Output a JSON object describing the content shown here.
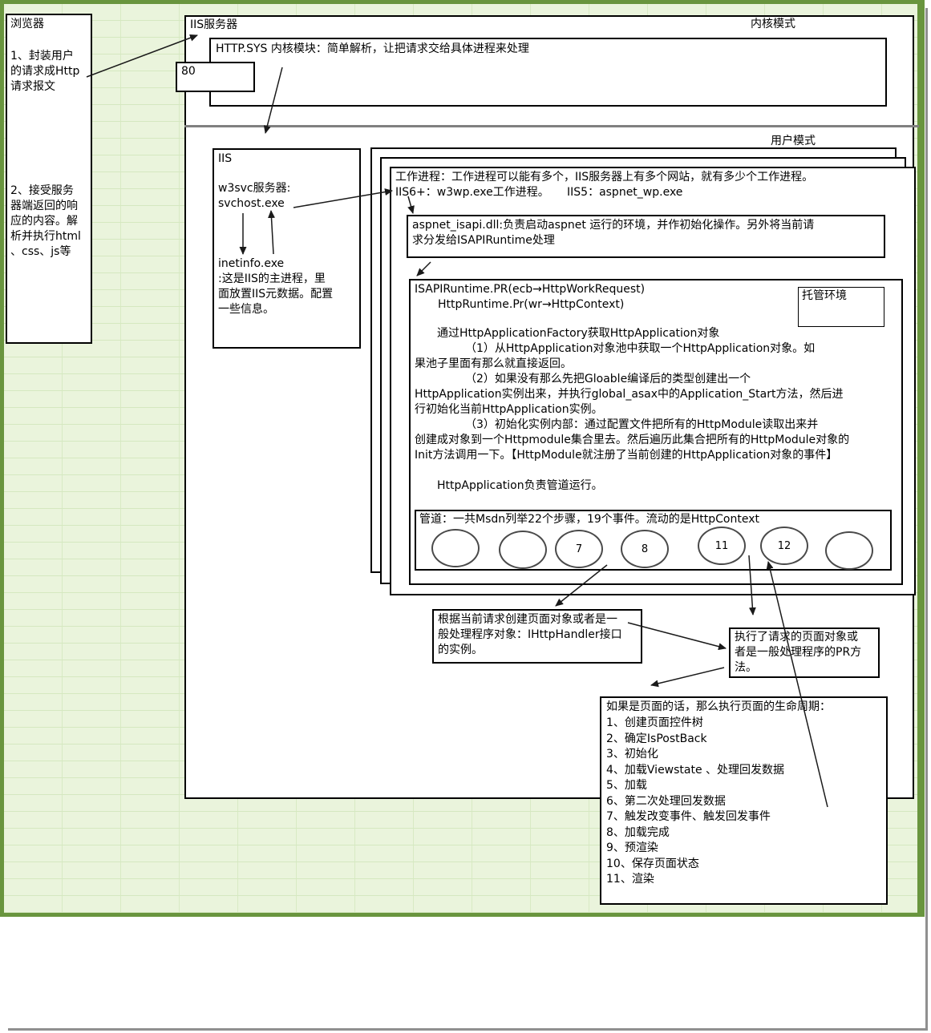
{
  "colors": {
    "sheet_bg": "#eaf4dc",
    "grid_line": "#d5e8c0",
    "frame_green": "#69953e",
    "divider_gray": "#808080",
    "shadow_gray": "#8f8f8f",
    "box_border": "#000000"
  },
  "browser": {
    "title": "浏览器",
    "note1": "1、封装用户\n的请求成Http\n请求报文",
    "note2": "2、接受服务\n器端返回的响\n应的内容。解\n析并执行html\n、css、js等"
  },
  "port": {
    "label": "80"
  },
  "server": {
    "title": "IIS服务器",
    "kernel_mode": "内核模式",
    "user_mode": "用户模式",
    "httpsys": "HTTP.SYS 内核模块：简单解析，让把请求交给具体进程来处理"
  },
  "iis": {
    "title": "IIS",
    "w3svc": "w3svc服务器:",
    "svchost": "svchost.exe",
    "inetinfo": "inetinfo.exe",
    "inetinfo_desc": ":这是IIS的主进程，里\n面放置IIS元数据。配置\n一些信息。"
  },
  "worker": {
    "line1": "工作进程：工作进程可以能有多个，IIS服务器上有多个网站，就有多少个工作进程。",
    "line2": "IIS6+：w3wp.exe工作进程。     IIS5：aspnet_wp.exe"
  },
  "isapi": {
    "text": "aspnet_isapi.dll:负责启动aspnet 运行的环境，并作初始化操作。另外将当前请\n求分发给ISAPIRuntime处理"
  },
  "runtime": {
    "line1": "ISAPIRuntime.PR(ecb→HttpWorkRequest)",
    "line2": "HttpRuntime.Pr(wr→HttpContext)",
    "para": "　　通过HttpApplicationFactory获取HttpApplication对象\n　　　　　（1）从HttpApplication对象池中获取一个HttpApplication对象。如\n果池子里面有那么就直接返回。\n　　　　　（2）如果没有那么先把Gloable编译后的类型创建出一个\nHttpApplication实例出来，并执行global_asax中的Application_Start方法，然后进\n行初始化当前HttpApplication实例。\n　　　　　（3）初始化实例内部：通过配置文件把所有的HttpModule读取出来并\n创建成对象到一个Httpmodule集合里去。然后遍历此集合把所有的HttpModule对象的\nInit方法调用一下。【HttpModule就注册了当前创建的HttpApplication对象的事件】\n\n　　HttpApplication负责管道运行。"
  },
  "managed_env": {
    "label": "托管环境"
  },
  "pipeline": {
    "title": "管道：一共Msdn列举22个步骤，19个事件。流动的是HttpContext",
    "ellipses": [
      "",
      "",
      "7",
      "8",
      "11",
      "12",
      ""
    ]
  },
  "handler": {
    "text": "根据当前请求创建页面对象或者是一\n般处理程序对象：IHttpHandler接口\n的实例。"
  },
  "pr": {
    "text": "执行了请求的页面对象或\n者是一般处理程序的PR方\n法。"
  },
  "lifecycle": {
    "title": "如果是页面的话，那么执行页面的生命周期：",
    "items": [
      "1、创建页面控件树",
      "2、确定IsPostBack",
      "3、初始化",
      "4、加载Viewstate 、处理回发数据",
      "5、加载",
      "6、第二次处理回发数据",
      "7、触发改变事件、触发回发事件",
      "8、加载完成",
      "9、预渲染",
      "10、保存页面状态",
      "11、渲染"
    ]
  }
}
